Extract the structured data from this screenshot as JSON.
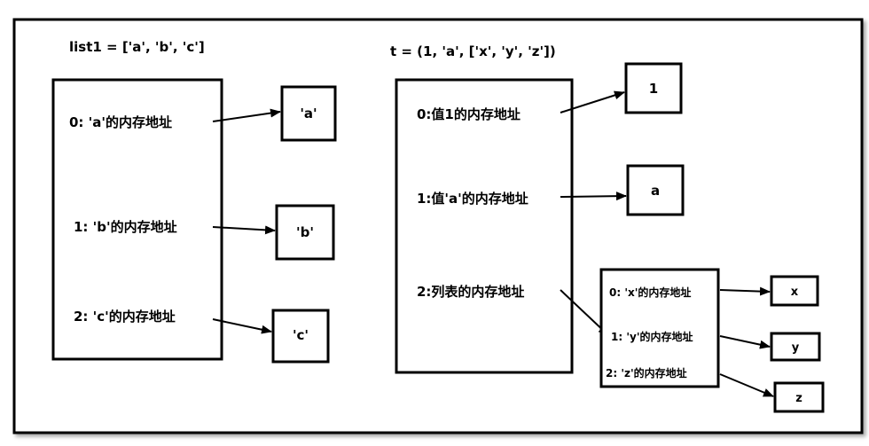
{
  "list1": {
    "title": "list1 = ['a', 'b', 'c']",
    "slots": [
      "0: 'a'的内存地址",
      "1: 'b'的内存地址",
      "2: 'c'的内存地址"
    ],
    "values": [
      "'a'",
      "'b'",
      "'c'"
    ]
  },
  "tuple_t": {
    "title": "t = (1, 'a', ['x', 'y', 'z'])",
    "slots": [
      "0:值1的内存地址",
      "1:值'a'的内存地址",
      "2:列表的内存地址"
    ],
    "values": [
      "1",
      "a"
    ]
  },
  "inner_list": {
    "slots": [
      "0: 'x'的内存地址",
      "1: 'y'的内存地址",
      "2: 'z'的内存地址"
    ],
    "values": [
      "x",
      "y",
      "z"
    ]
  }
}
